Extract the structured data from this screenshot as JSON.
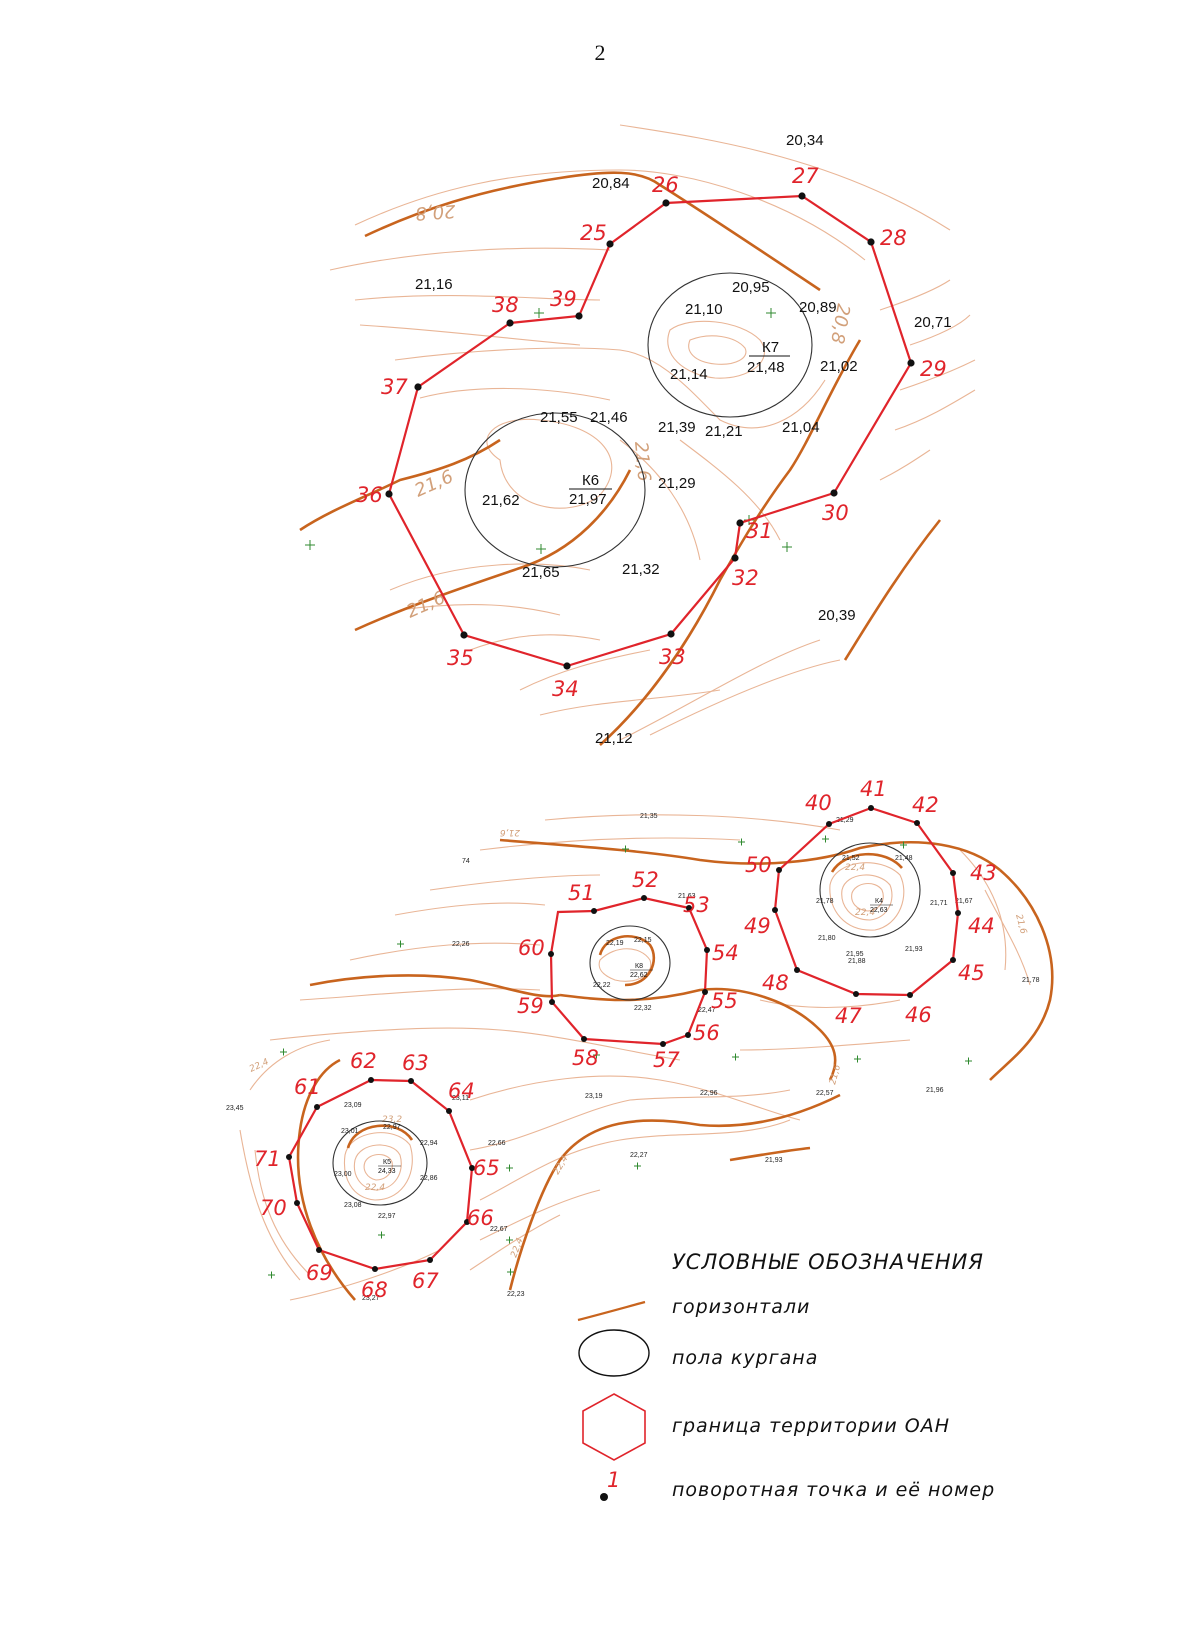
{
  "page_number": "2",
  "colors": {
    "contour": "#e9b596",
    "contour_index": "#c8641e",
    "boundary": "#e0242b",
    "mound": "#333333",
    "vertex": "#111111"
  },
  "plan_top": {
    "mounds": [
      {
        "name": "К6",
        "elevation": "21,97"
      },
      {
        "name": "К7",
        "elevation": "21,48"
      }
    ],
    "spot_heights": [
      "20,34",
      "20,84",
      "21,16",
      "20,95",
      "21,10",
      "20,89",
      "20,71",
      "21,14",
      "21,02",
      "21,55",
      "21,46",
      "21,39",
      "21,21",
      "21,04",
      "21,62",
      "21,29",
      "21,65",
      "21,32",
      "20,39",
      "21,12"
    ],
    "contour_labels": [
      "20,8",
      "20,8",
      "21,6",
      "21,6",
      "21,6"
    ],
    "points": [
      "25",
      "26",
      "27",
      "28",
      "29",
      "30",
      "31",
      "32",
      "33",
      "34",
      "35",
      "36",
      "37",
      "38",
      "39"
    ]
  },
  "plan_bottom": {
    "mounds": [
      {
        "name": "К4",
        "elevation": "22,63"
      },
      {
        "name": "К8",
        "elevation": "22,62"
      },
      {
        "name": "К5",
        "elevation": "24,33"
      }
    ],
    "spot_heights": [
      "21,35",
      "21,29",
      "21,52",
      "21,48",
      "21,63",
      "21,78",
      "21,71",
      "21,67",
      "21,80",
      "21,95",
      "21,93",
      "21,88",
      "21,78",
      "22,26",
      "22,19",
      "22,15",
      "22,22",
      "22,32",
      "22,47",
      "23,45",
      "23,09",
      "23,11",
      "23,01",
      "22,97",
      "22,94",
      "23,00",
      "22,86",
      "23,08",
      "22,97",
      "22,66",
      "22,67",
      "23,19",
      "22,96",
      "22,57",
      "22,27",
      "21,93",
      "21,96",
      "23,27",
      "22,23",
      "74"
    ],
    "contour_labels": [
      "21,6",
      "21,6",
      "22,4",
      "22,4",
      "22,4",
      "23,2",
      "22,4",
      "21,6",
      "22,4",
      "22,4"
    ],
    "points": [
      "40",
      "41",
      "42",
      "43",
      "44",
      "45",
      "46",
      "47",
      "48",
      "49",
      "50",
      "51",
      "52",
      "53",
      "54",
      "55",
      "56",
      "57",
      "58",
      "59",
      "60",
      "61",
      "62",
      "63",
      "64",
      "65",
      "66",
      "67",
      "68",
      "69",
      "70",
      "71"
    ]
  },
  "legend": {
    "title": "УСЛОВНЫЕ ОБОЗНАЧЕНИЯ",
    "contours": "горизонтали",
    "mound_base": "пола кургана",
    "boundary": "граница территории ОАН",
    "point_sample": "1",
    "point": "поворотная точка и её номер"
  }
}
